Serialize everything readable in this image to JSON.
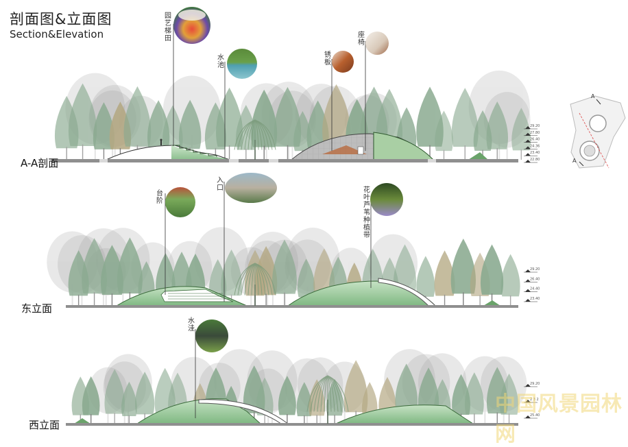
{
  "header": {
    "title_cn": "剖面图&立面图",
    "title_en": "Section&Elevation"
  },
  "sections": [
    {
      "label": "A-A剖面",
      "callouts": [
        "园艺梯田",
        "水池",
        "锈板",
        "座椅"
      ],
      "levels": [
        "29.20",
        "27.80",
        "26.40",
        "24.36",
        "23.40",
        "22.80"
      ]
    },
    {
      "label": "东立面",
      "callouts": [
        "台阶",
        "入口",
        "花叶芦苇种植带"
      ],
      "levels": [
        "29.20",
        "26.40",
        "24.40",
        "23.40"
      ]
    },
    {
      "label": "西立面",
      "callouts": [
        "水洼"
      ],
      "levels": [
        "29.20",
        "2 3 2",
        "25.40"
      ]
    }
  ],
  "keymap": {
    "marker_top": "A",
    "marker_bottom": "A"
  },
  "watermark": "中国风景园林网",
  "colors": {
    "ground": "#8c8c8c",
    "mound": "#9ccc9c",
    "tree": "#8aaa90",
    "tree_warm": "#b4a882",
    "rust": "#b86a3e"
  }
}
